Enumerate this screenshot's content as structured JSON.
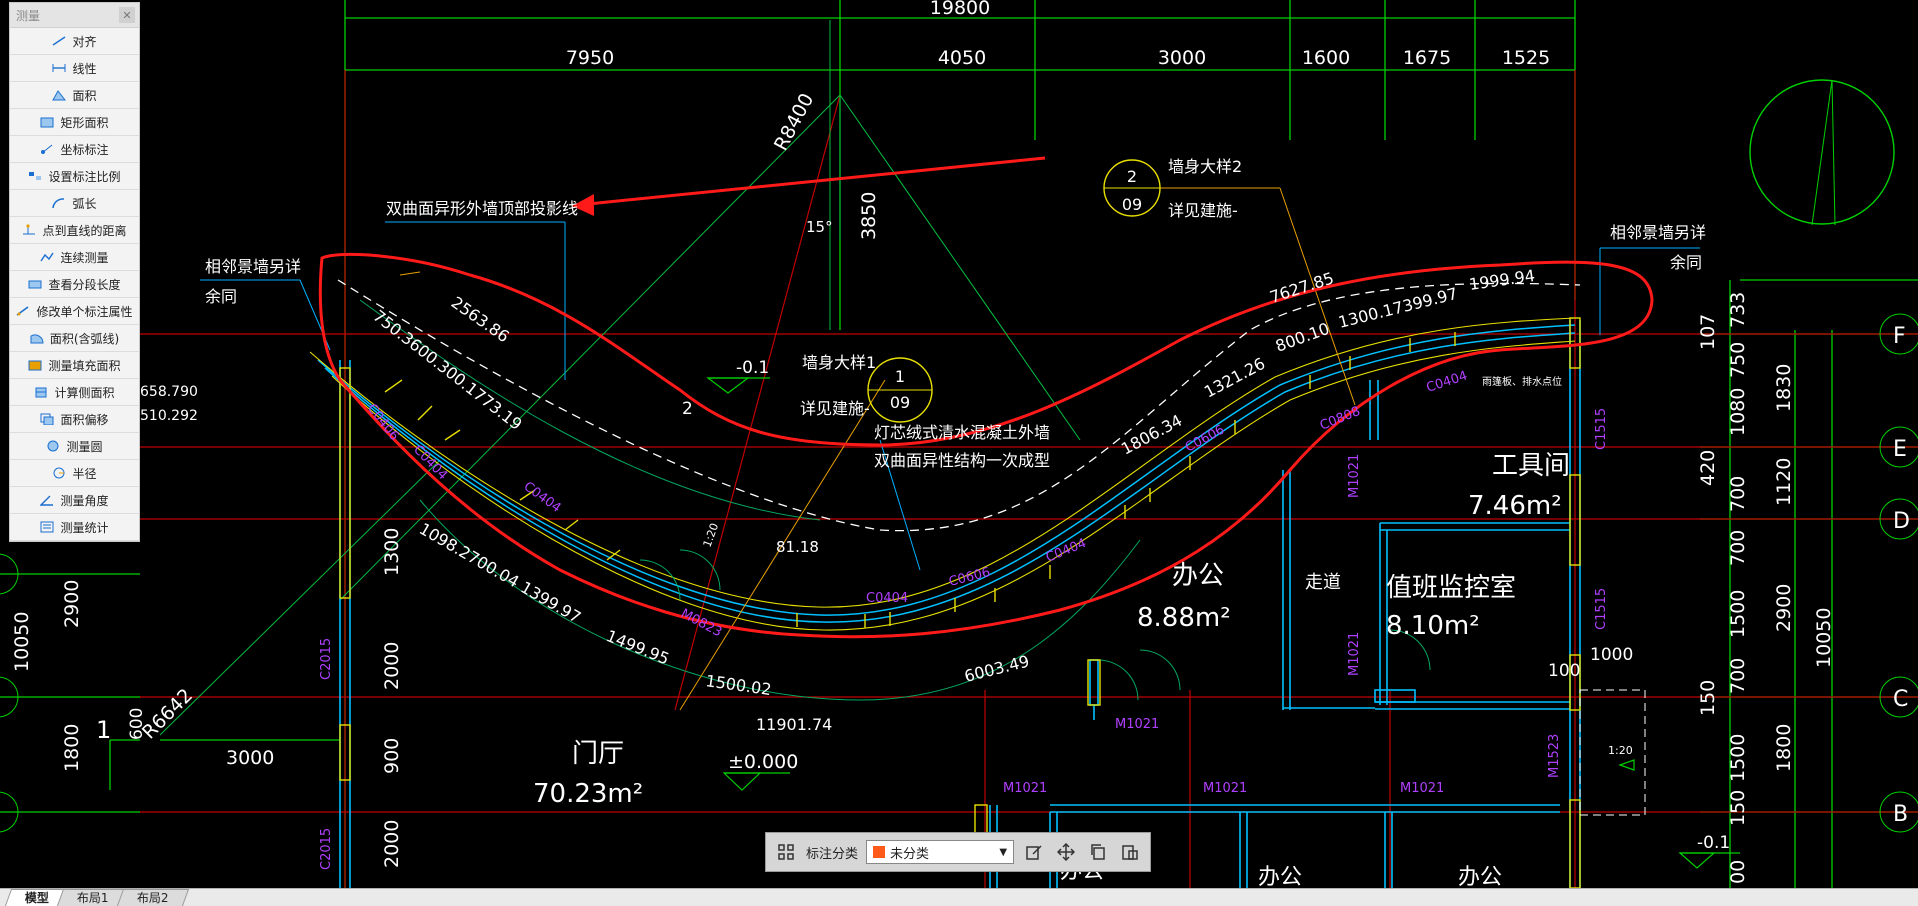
{
  "colors": {
    "background": "#000000",
    "grid_green": "#00e000",
    "axis_red": "#d00000",
    "annotation_red": "#ff1a1a",
    "wall_cyan": "#00c0ff",
    "window_yellow": "#e8e000",
    "label_magenta": "#b040ff"
  },
  "measure_panel": {
    "title": "测量",
    "close_icon": "close-icon",
    "items": [
      {
        "label": "对齐",
        "icon": "align-measure-icon"
      },
      {
        "label": "线性",
        "icon": "linear-measure-icon"
      },
      {
        "label": "面积",
        "icon": "area-icon"
      },
      {
        "label": "矩形面积",
        "icon": "rect-area-icon"
      },
      {
        "label": "坐标标注",
        "icon": "coordinate-icon"
      },
      {
        "label": "设置标注比例",
        "icon": "scale-icon"
      },
      {
        "label": "弧长",
        "icon": "arc-length-icon"
      },
      {
        "label": "点到直线的距离",
        "icon": "point-line-icon"
      },
      {
        "label": "连续测量",
        "icon": "continuous-measure-icon"
      },
      {
        "label": "查看分段长度",
        "icon": "segment-length-icon"
      },
      {
        "label": "修改单个标注属性",
        "icon": "edit-dimension-icon"
      },
      {
        "label": "面积(含弧线)",
        "icon": "arc-area-icon"
      },
      {
        "label": "测量填充面积",
        "icon": "fill-area-icon"
      },
      {
        "label": "计算侧面积",
        "icon": "side-area-icon"
      },
      {
        "label": "面积偏移",
        "icon": "area-offset-icon"
      },
      {
        "label": "测量圆",
        "icon": "circle-measure-icon"
      },
      {
        "label": "半径",
        "icon": "radius-icon"
      },
      {
        "label": "测量角度",
        "icon": "angle-icon"
      },
      {
        "label": "测量统计",
        "icon": "statistics-icon"
      }
    ]
  },
  "drawing": {
    "top_dimensions": {
      "total": "19800",
      "segments": [
        "7950",
        "4050",
        "3000",
        "1600",
        "1675",
        "1525"
      ]
    },
    "annotations": {
      "roof_projection": "双曲面异形外墙顶部投影线",
      "neighbor_left_1": "相邻景墙另详",
      "neighbor_left_2": "余同",
      "neighbor_right_1": "相邻景墙另详",
      "neighbor_right_2": "余同",
      "wall_detail_1_title": "墙身大样1",
      "wall_detail_1_ref": "详见建施-",
      "wall_detail_1_num": "1",
      "wall_detail_1_sheet": "09",
      "wall_detail_2_title": "墙身大样2",
      "wall_detail_2_ref": "详见建施-",
      "wall_detail_2_num": "2",
      "wall_detail_2_sheet": "09",
      "structure_1": "灯芯绒式清水混凝土外墙",
      "structure_2": "双曲面异性结构一次成型",
      "drain_note": "雨篷板、排水点位"
    },
    "radius_labels": {
      "r8400": "R8400",
      "r6642": "R6642",
      "angle": "15°",
      "dim3850": "3850"
    },
    "arc_dims_outer": [
      "750.3600.300.1773.19",
      "2563.86",
      "1806.34",
      "1321.26",
      "800.10",
      "1300.17399.97",
      "1999.94",
      "7627.85"
    ],
    "arc_dims_inner": [
      "1098.2700.04 1399.97",
      "1499.95",
      "1500.02",
      "6003.49",
      "11901.74",
      "81.18"
    ],
    "level_marks": [
      "-0.1",
      "±0.000",
      "-0.1"
    ],
    "small_labels": [
      "2",
      "1:20",
      "1:20",
      "100",
      "1000",
      "1",
      "600",
      "3000"
    ],
    "coordinate_texts": [
      "658.790",
      "510.292"
    ],
    "rooms": [
      {
        "name": "门厅",
        "area": "70.23m²"
      },
      {
        "name": "办公",
        "area": "8.88m²"
      },
      {
        "name": "走道",
        "area": ""
      },
      {
        "name": "值班监控室",
        "area": "8.10m²"
      },
      {
        "name": "工具间",
        "area": "7.46m²"
      },
      {
        "name": "办公",
        "area": ""
      },
      {
        "name": "办公",
        "area": ""
      },
      {
        "name": "办公",
        "area": ""
      }
    ],
    "window_tags": [
      "C0406",
      "C0404",
      "C0404",
      "C0404",
      "C0606",
      "C0404",
      "C0606",
      "C0808",
      "C0404",
      "C2015",
      "C2015",
      "C1515",
      "C1515"
    ],
    "door_tags": [
      "M0823",
      "M1021",
      "M1021",
      "M1021",
      "M1021",
      "M1021",
      "M1021",
      "M1523"
    ],
    "left_dims": [
      "10050",
      "2900",
      "1800",
      "1300",
      "2000",
      "900",
      "2000"
    ],
    "right_dims_a": [
      "107",
      "750",
      "1080",
      "420",
      "700",
      "700",
      "1500",
      "700",
      "150",
      "1500",
      "150",
      "00"
    ],
    "right_dims_b": [
      "733",
      "1830",
      "1120",
      "2900",
      "1800"
    ],
    "right_total": "10050",
    "axis_labels": [
      "F",
      "E",
      "D",
      "C",
      "B"
    ]
  },
  "float_toolbar": {
    "category_label": "标注分类",
    "category_value": "未分类",
    "category_color": "#ff5a1a"
  },
  "tabs": [
    "模型",
    "布局1",
    "布局2"
  ]
}
